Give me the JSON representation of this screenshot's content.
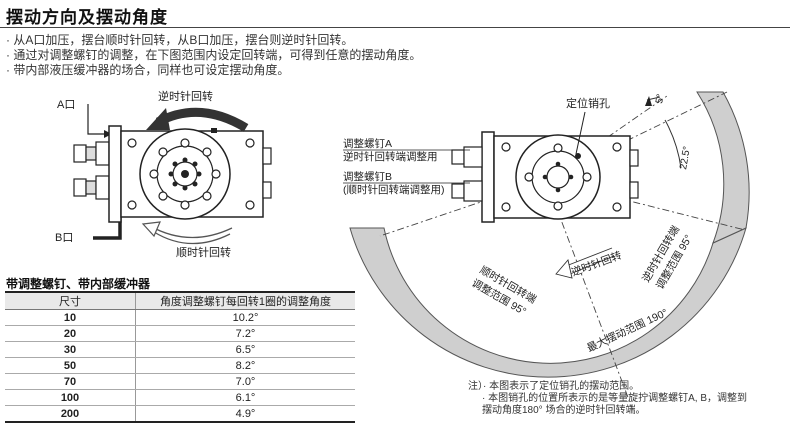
{
  "title": "摆动方向及摆动角度",
  "bullets": [
    "· 从A口加压，摆台顺时针回转，从B口加压，摆台则逆时针回转。",
    "· 通过对调整螺钉的调整，在下图范围内设定回转端，可得到任意的摆动角度。",
    "· 带内部液压缓冲器的场合，同样也可设定摆动角度。"
  ],
  "left_diagram": {
    "port_a": "A口",
    "port_b": "B口",
    "ccw_label": "逆时针回转",
    "cw_label": "顺时针回转"
  },
  "right_diagram": {
    "locating_pin": "定位销孔",
    "screw_a_line1": "调整螺钉A",
    "screw_a_line2": "逆时针回转端调整用",
    "screw_b_line1": "调整螺钉B",
    "screw_b_line2": "(顺时针回转端调整用)",
    "angle_small": "5°",
    "angle_mid": "22.5°",
    "ccw_rotation": "逆时针回转",
    "cw_end_line1": "顺时针回转端",
    "cw_end_line2": "调整范围 95°",
    "ccw_end_line1": "逆时针回转端",
    "ccw_end_line2": "调整范围 95°",
    "max_range": "最大摆动范围 190°"
  },
  "table": {
    "title": "带调整螺钉、带内部缓冲器",
    "headers": [
      "尺寸",
      "角度调整螺钉每回转1圈的调整角度"
    ],
    "rows": [
      {
        "size": "10",
        "angle": "10.2°"
      },
      {
        "size": "20",
        "angle": "7.2°"
      },
      {
        "size": "30",
        "angle": "6.5°"
      },
      {
        "size": "50",
        "angle": "8.2°"
      },
      {
        "size": "70",
        "angle": "7.0°"
      },
      {
        "size": "100",
        "angle": "6.1°"
      },
      {
        "size": "200",
        "angle": "4.9°"
      }
    ]
  },
  "notes": [
    "注）· 本图表示了定位销孔的摆动范围。",
    "· 本图销孔的位置所表示的是等量旋拧调整螺钉A, B，调整到",
    "摆动角度180° 场合的逆时针回转端。"
  ]
}
